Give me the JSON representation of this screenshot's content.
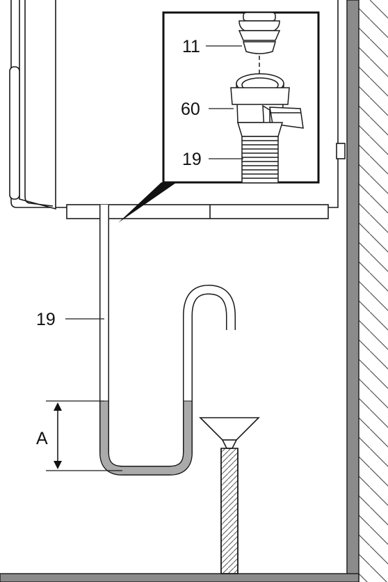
{
  "diagram": {
    "callouts": {
      "inset_top": "11",
      "inset_clamp": "60",
      "inset_hose": "19",
      "main_hose": "19",
      "height_marker": "A"
    }
  },
  "colors": {
    "outline": "#1a1a1a",
    "water": "#a9aaa9",
    "hatch": "#555555",
    "wall": "#888888"
  }
}
